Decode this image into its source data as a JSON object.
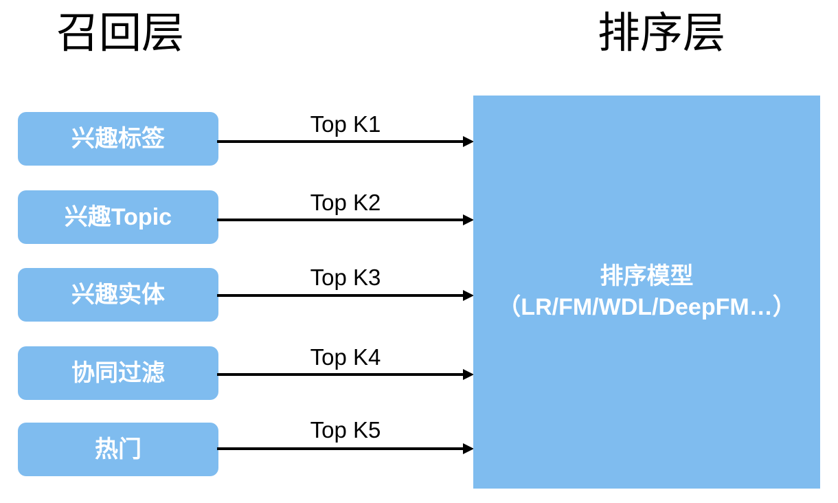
{
  "diagram": {
    "columns": {
      "left_title": "召回层",
      "right_title": "排序层"
    },
    "recall_sources": [
      {
        "label": "兴趣标签",
        "arrow_label": "Top K1"
      },
      {
        "label": "兴趣Topic",
        "arrow_label": "Top K2"
      },
      {
        "label": "兴趣实体",
        "arrow_label": "Top K3"
      },
      {
        "label": "协同过滤",
        "arrow_label": "Top K4"
      },
      {
        "label": "热门",
        "arrow_label": "Top K5"
      }
    ],
    "ranking_box": {
      "title": "排序模型",
      "subtitle": "（LR/FM/WDL/DeepFM…）"
    },
    "colors": {
      "box_fill": "#7FBCEF",
      "box_text": "#FFFFFF",
      "arrow": "#000000",
      "title_text": "#000000",
      "background": "#FFFFFF"
    }
  }
}
